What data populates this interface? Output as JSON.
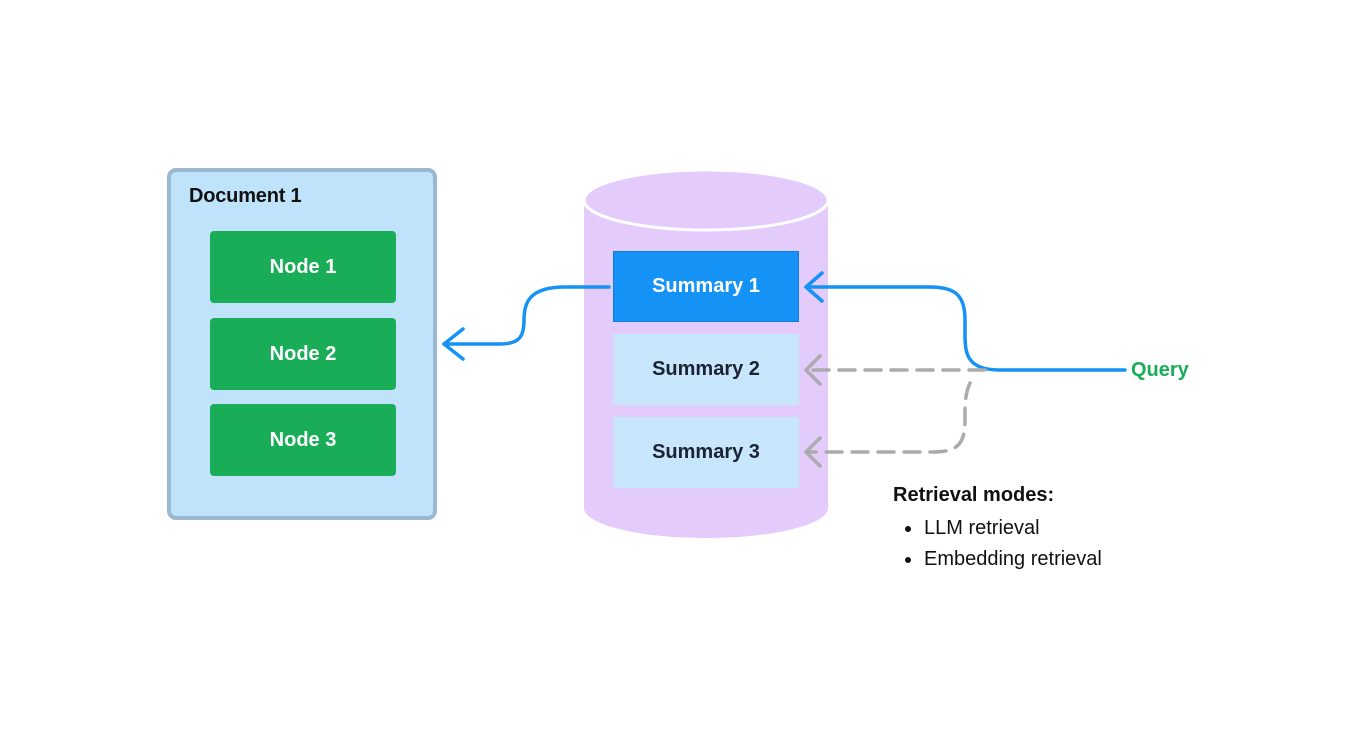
{
  "document": {
    "title": "Document 1",
    "nodes": [
      "Node 1",
      "Node 2",
      "Node 3"
    ]
  },
  "index": {
    "summaries": [
      {
        "label": "Summary 1",
        "state": "selected"
      },
      {
        "label": "Summary 2",
        "state": "not selected"
      },
      {
        "label": "Summary 3",
        "state": "not selected"
      }
    ]
  },
  "query": {
    "label": "Query"
  },
  "retrieval_modes": {
    "title": "Retrieval modes:",
    "items": [
      "LLM retrieval",
      "Embedding retrieval"
    ]
  },
  "colors": {
    "document_fill": "#bfe3fb",
    "document_border": "#9ab8cf",
    "node_fill": "#19ad58",
    "cylinder_fill": "#e3cbfc",
    "summary_active": "#1592f5",
    "summary_idle": "#c7e5fb",
    "active_arrow": "#1592f5",
    "inactive_arrow": "#ababab",
    "query_text": "#19ad58"
  }
}
